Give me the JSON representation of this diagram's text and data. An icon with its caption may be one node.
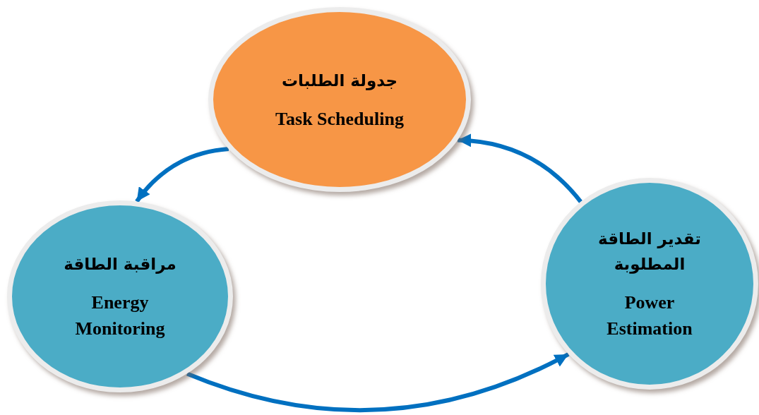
{
  "diagram": {
    "nodes": [
      {
        "text": [
          "جدولة الطلبات",
          "Task Scheduling"
        ]
      },
      {
        "text": [
          "مراقبة الطاقة",
          "Energy Monitoring"
        ]
      },
      {
        "text": [
          "تقدير الطاقة المطلوبة",
          "Power Estimation"
        ]
      }
    ],
    "edges": [
      {
        "from": 0,
        "to": 1,
        "arrow": "to"
      },
      {
        "from": 1,
        "to": 2,
        "arrow": "to"
      },
      {
        "from": 2,
        "to": 0,
        "arrow": "to"
      }
    ]
  }
}
